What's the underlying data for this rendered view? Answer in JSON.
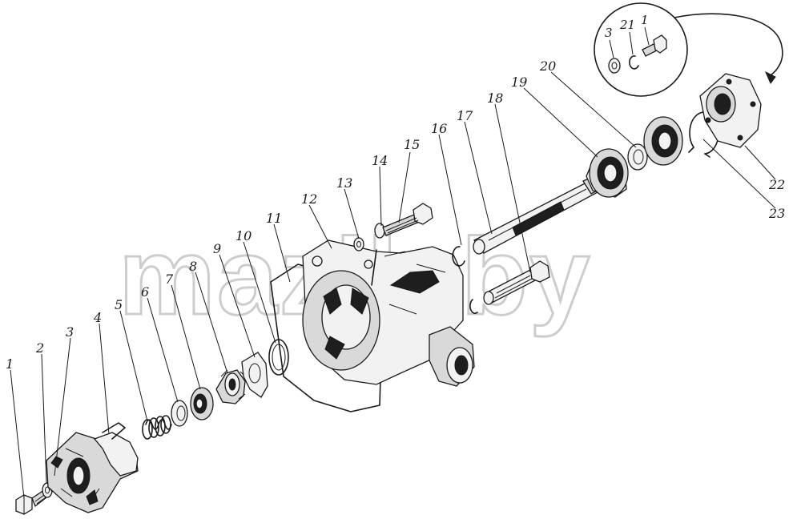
{
  "watermark": "mazik.by",
  "labels": {
    "l1": "1",
    "l2": "2",
    "l3": "3",
    "l4": "4",
    "l5": "5",
    "l6": "6",
    "l7": "7",
    "l8": "8",
    "l9": "9",
    "l10": "10",
    "l11": "11",
    "l12": "12",
    "l13": "13",
    "l14": "14",
    "l15": "15",
    "l16": "16",
    "l17": "17",
    "l18": "18",
    "l19": "19",
    "l20": "20",
    "l22": "22",
    "l23": "23"
  },
  "inset_labels": {
    "l3": "3",
    "l21": "21",
    "l1": "1"
  }
}
